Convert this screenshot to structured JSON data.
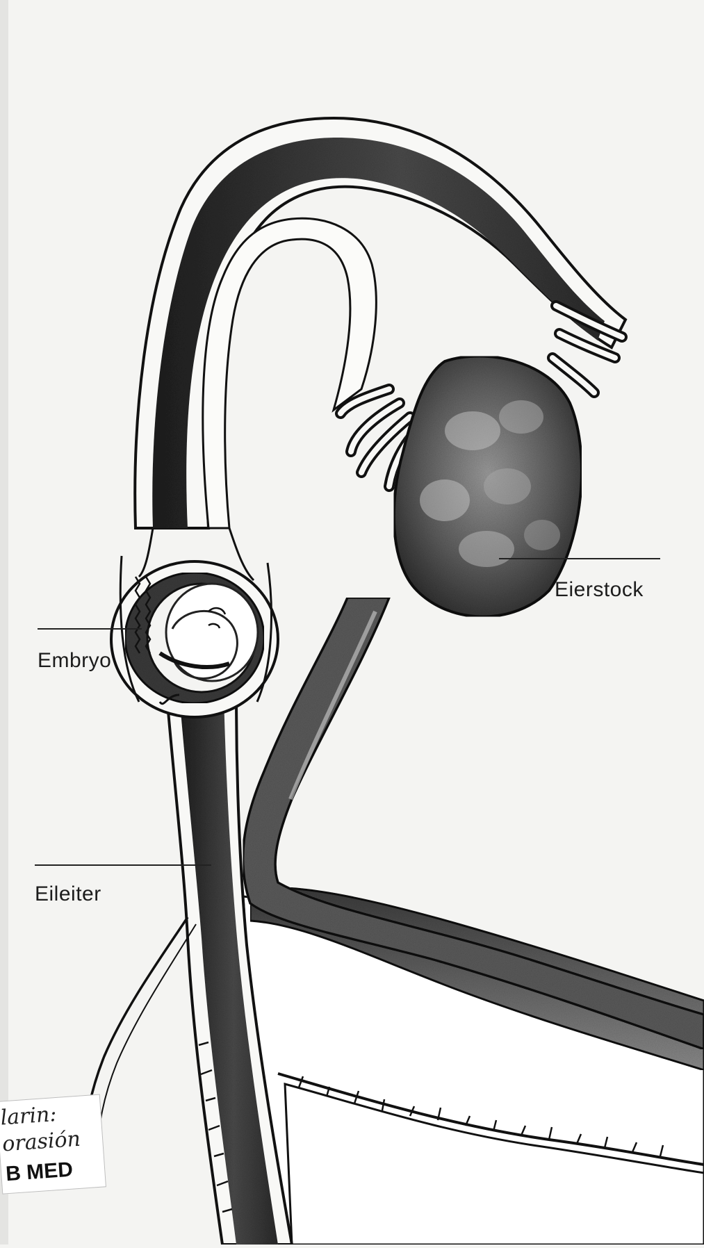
{
  "labels": {
    "ovary": "Eierstock",
    "embryo": "Embryo",
    "tube": "Eileiter"
  },
  "stamp": {
    "line1": "larin:",
    "line2": "orasión",
    "line3": "B MED"
  },
  "colors": {
    "paper": "#f4f4f2",
    "tissue_dark": "#2a2a2a",
    "tissue_mid": "#6b6b6b",
    "outline": "#111111"
  }
}
